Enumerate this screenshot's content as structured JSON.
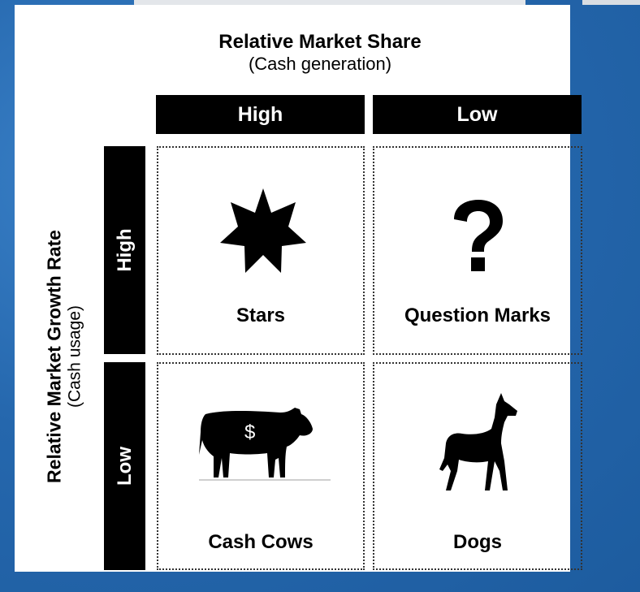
{
  "title": {
    "main": "Relative Market Share",
    "sub": "(Cash generation)"
  },
  "columns": [
    {
      "label": "High"
    },
    {
      "label": "Low"
    }
  ],
  "rows": [
    {
      "label": "High"
    },
    {
      "label": "Low"
    }
  ],
  "y_axis": {
    "main": "Relative Market Growth Rate",
    "sub": "(Cash usage)"
  },
  "quadrants": [
    {
      "label": "Stars",
      "icon": "star-icon"
    },
    {
      "label": "Question Marks",
      "icon": "question-mark-icon"
    },
    {
      "label": "Cash Cows",
      "icon": "cow-icon",
      "icon_text": "$"
    },
    {
      "label": "Dogs",
      "icon": "dog-icon"
    }
  ]
}
